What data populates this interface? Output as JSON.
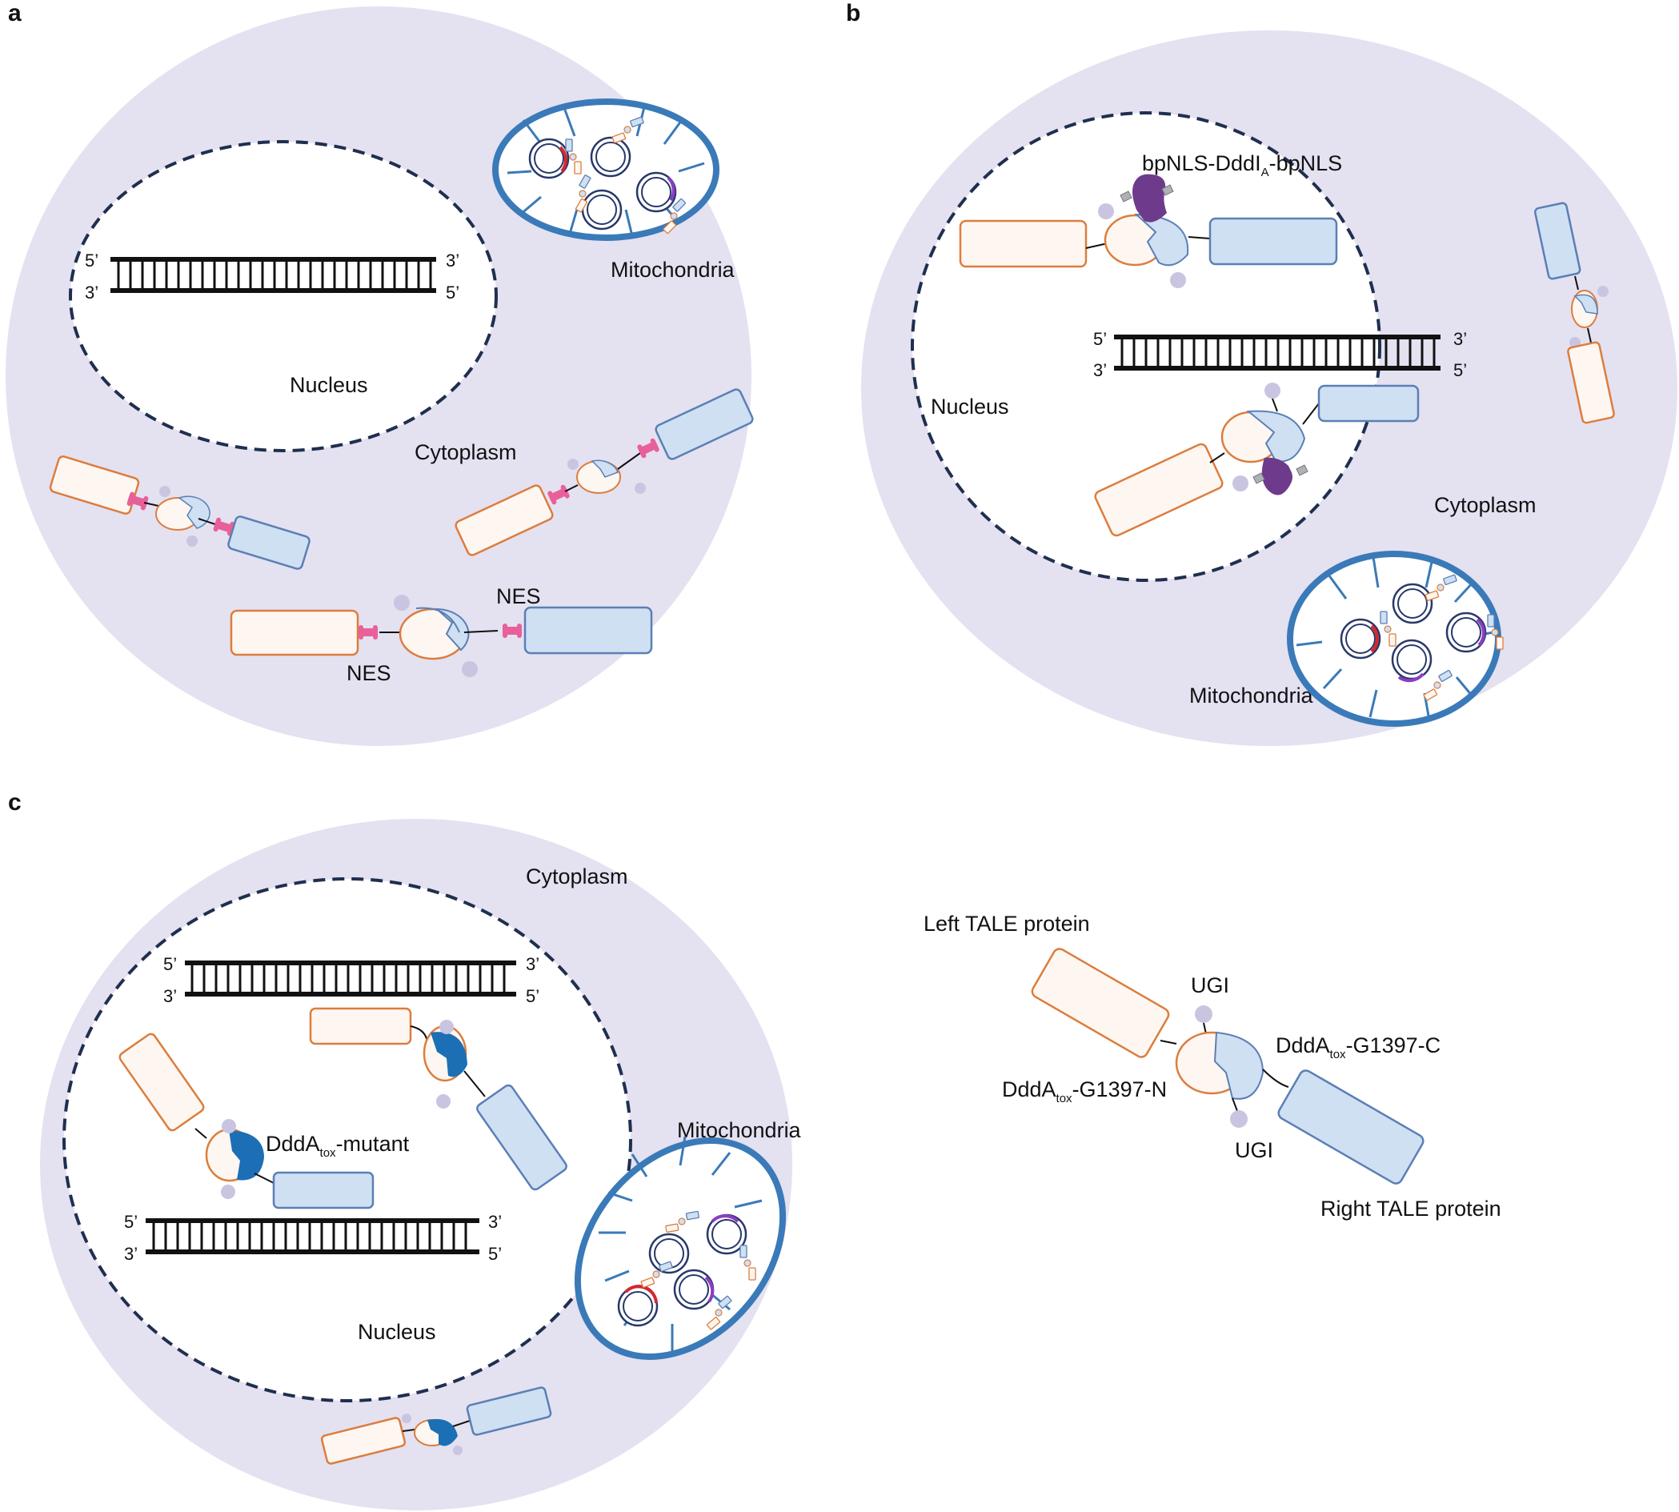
{
  "panels": {
    "a": "a",
    "b": "b",
    "c": "c"
  },
  "labels": {
    "nucleus": "Nucleus",
    "cytoplasm": "Cytoplasm",
    "mitochondria": "Mitochondria",
    "nes": "NES",
    "bpnls_a": "bpNLS-DddI",
    "bpnls_sub": "A",
    "bpnls_b": "-bpNLS",
    "mutant_a": "DddA",
    "mutant_sub": "tox",
    "mutant_b": "-mutant"
  },
  "dna": {
    "five_prime": "5’",
    "three_prime": "3’"
  },
  "legend": {
    "left_tale": "Left TALE protein",
    "right_tale": "Right TALE protein",
    "ugi": "UGI",
    "ddda": "DddA",
    "tox": "tox",
    "c_half": "-G1397-C",
    "n_half": "-G1397-N"
  },
  "colors": {
    "cell": "#e4e1f1",
    "nucleus_border": "#1f2f4f",
    "mito_border": "#3a7ab8",
    "left_tale_stroke": "#dc7d3e",
    "left_tale_fill": "#fef7f1",
    "right_tale_stroke": "#5b7fb5",
    "right_tale_fill": "#cfe0f3",
    "nes": "#e8609a",
    "ugi": "#c9c5e1",
    "dddi": "#6e3b8c",
    "mutant": "#1c6fb5"
  }
}
